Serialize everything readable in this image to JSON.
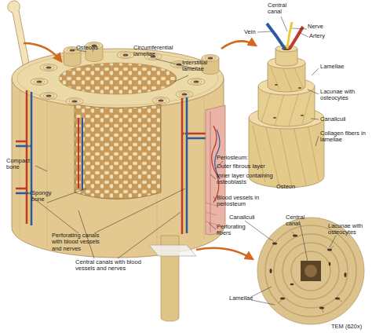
{
  "diagram": {
    "labels": [
      "Central canal",
      "Vein",
      "Nerve",
      "Artery",
      "Osteons",
      "Circumferential lamellae",
      "Interstitial lamellae",
      "Lamellae",
      "Lacunae with osteocytes",
      "Canaliculi",
      "Collagen fibers in lamellae",
      "Periosteum:",
      "Outer fibrous layer",
      "Compact bone",
      "Inner layer containing osteoblasts",
      "Osteon",
      "Spongy bone",
      "Blood vessels in periosteum",
      "Canaliculi",
      "Central canal",
      "Perforating fibers",
      "Lacunae with osteocytes",
      "Perforating canals with blood vessels and nerves",
      "Central canals with blood vessels and nerves",
      "Lamellae",
      "TEM (620x)"
    ]
  }
}
